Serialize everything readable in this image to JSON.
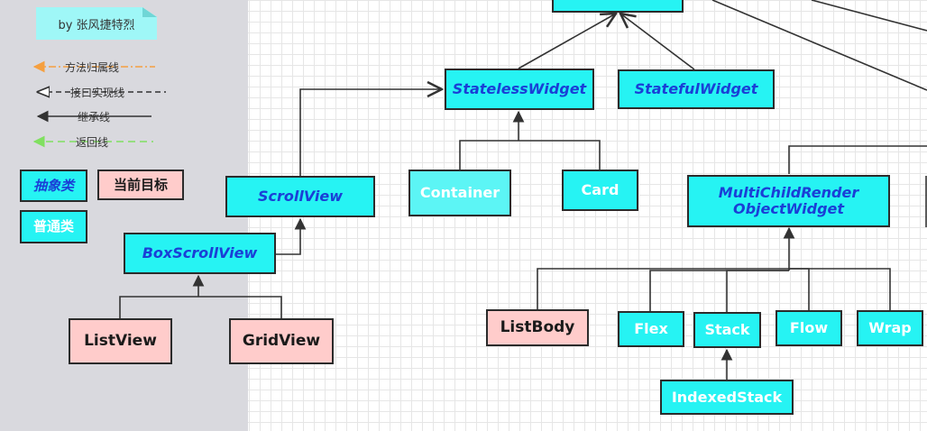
{
  "legend": {
    "author": "by 张风捷特烈",
    "method_line": "方法归属线",
    "interface_line": "接口实现线",
    "inherit_line": "继承线",
    "return_line": "返回线",
    "abstract_class": "抽象类",
    "current_target": "当前目标",
    "normal_class": "普通类"
  },
  "colors": {
    "abstract_fill": "#26f3f3",
    "abstract_text": "#1a3fd6",
    "target_fill": "#ffcccb",
    "method_line": "#f5a040",
    "return_line": "#80e060"
  },
  "nodes": {
    "stateless_widget": "StatelessWidget",
    "stateful_widget": "StatefulWidget",
    "scroll_view": "ScrollView",
    "box_scroll_view": "BoxScrollView",
    "list_view": "ListView",
    "grid_view": "GridView",
    "container": "Container",
    "card": "Card",
    "multi_child_line1": "MultiChildRender",
    "multi_child_line2": "ObjectWidget",
    "list_body": "ListBody",
    "flex": "Flex",
    "stack": "Stack",
    "flow": "Flow",
    "wrap": "Wrap",
    "indexed_stack": "IndexedStack"
  }
}
